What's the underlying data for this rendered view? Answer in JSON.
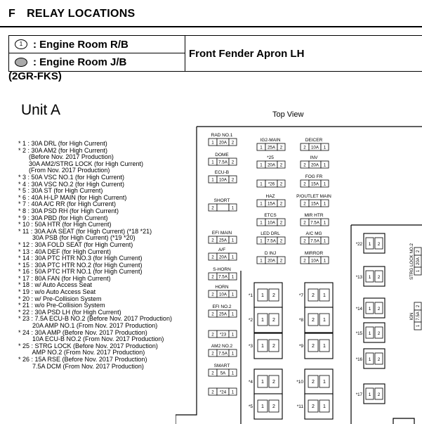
{
  "section": {
    "letter": "F",
    "title": "RELAY LOCATIONS"
  },
  "legend": {
    "symbol1_text": "1",
    "row1": ": Engine Room R/B",
    "row2": ": Engine Room J/B",
    "location": "Front Fender Apron LH"
  },
  "engine": "(2GR-FKS)",
  "unit_title": "Unit A",
  "top_view": "Top View",
  "notes": [
    "* 1 : 30A DRL (for High Current)",
    "* 2 : 30A AM2 (for High Current)",
    "      (Before Nov. 2017 Production)",
    "      30A AM2/STRG LOCK (for High Current)",
    "      (From Nov. 2017 Production)",
    "* 3 : 50A VSC NO.1 (for High Current)",
    "* 4 : 30A VSC NO.2 (for High Current)",
    "* 5 : 30A ST (for High Current)",
    "* 6 : 40A H-LP MAIN (for High Current)",
    "* 7 : 40A A/C RR (for High Current)",
    "* 8 : 30A PSD RH (for High Current)",
    "* 9 : 30A PBD (for High Current)",
    "* 10 : 50A HTR (for High Current)",
    "* 11 : 30A A/A SEAT (for High Current) (*18 *21)",
    "        30A PSB (for High Current) (*19 *20)",
    "* 12 : 30A FOLD SEAT (for High Current)",
    "* 13 : 40A DEF (for High Current)",
    "* 14 : 30A PTC HTR NO.3 (for High Current)",
    "* 15 : 30A PTC HTR NO.2 (for High Current)",
    "* 16 : 50A PTC HTR NO.1 (for High Current)",
    "* 17 : 80A FAN (for High Current)",
    "* 18 : w/ Auto Access Seat",
    "* 19 : w/o Auto Access Seat",
    "* 20 : w/ Pre-Collision System",
    "* 21 : w/o Pre-Collision System",
    "* 22 : 30A PSD LH (for High Current)",
    "* 23 : 7.5A ECU-B NO.2 (Before Nov. 2017 Production)",
    "        20A AMP NO.1 (From Nov. 2017 Production)",
    "* 24 : 30A AMP (Before Nov. 2017 Production)",
    "        10A ECU-B NO.2 (From Nov. 2017 Production)",
    "* 25 : STRG LOCK (Before Nov. 2017 Production)",
    "        AMP NO.2 (From Nov. 2017 Production)",
    "* 26 : 15A RSE (Before Nov. 2017 Production)",
    "        7.5A DCM (From Nov. 2017 Production)"
  ],
  "fuses": {
    "col1": [
      {
        "name": "RAD NO.1",
        "cells": [
          "1",
          "20A",
          "2"
        ]
      },
      {
        "name": "DOME",
        "cells": [
          "1",
          "7.5A",
          "2"
        ]
      },
      {
        "name": "ECU-B",
        "cells": [
          "1",
          "10A",
          "2"
        ]
      },
      {
        "name": "SHORT",
        "cells": [
          "2",
          "",
          "1"
        ]
      },
      {
        "name": "EFI MAIN",
        "cells": [
          "2",
          "25A",
          "1"
        ]
      },
      {
        "name": "A/F",
        "cells": [
          "2",
          "20A",
          "1"
        ]
      },
      {
        "name": "S-HORN",
        "cells": [
          "2",
          "7.5A",
          "1"
        ]
      },
      {
        "name": "HORN",
        "cells": [
          "2",
          "10A",
          "1"
        ]
      },
      {
        "name": "EFI NO.2",
        "cells": [
          "2",
          "25A",
          "1"
        ]
      },
      {
        "name": "",
        "cells": [
          "2",
          "*23",
          "1"
        ]
      },
      {
        "name": "AM2 NO.2",
        "cells": [
          "2",
          "7.5A",
          "1"
        ]
      },
      {
        "name": "SMART",
        "cells": [
          "2",
          "5A",
          "1"
        ]
      },
      {
        "name": "",
        "cells": [
          "2",
          "*24",
          "1"
        ]
      }
    ],
    "col2": [
      {
        "name": "IG2-MAIN",
        "cells": [
          "1",
          "25A",
          "2"
        ]
      },
      {
        "name": "*25",
        "cells": [
          "1",
          "20A",
          "2"
        ]
      },
      {
        "name": "",
        "cells": [
          "1",
          "*26",
          "2"
        ]
      },
      {
        "name": "HAZ",
        "cells": [
          "1",
          "15A",
          "2"
        ]
      },
      {
        "name": "ETCS",
        "cells": [
          "1",
          "10A",
          "2"
        ]
      },
      {
        "name": "LED DRL",
        "cells": [
          "1",
          "7.5A",
          "2"
        ]
      },
      {
        "name": "D INJ",
        "cells": [
          "1",
          "20A",
          "2"
        ]
      }
    ],
    "col3": [
      {
        "name": "DEICER",
        "cells": [
          "2",
          "10A",
          "1"
        ]
      },
      {
        "name": "INV",
        "cells": [
          "2",
          "20A",
          "1"
        ]
      },
      {
        "name": "FOG FR",
        "cells": [
          "2",
          "15A",
          "1"
        ]
      },
      {
        "name": "P/OUTLET MAIN",
        "cells": [
          "2",
          "15A",
          "1"
        ]
      },
      {
        "name": "MIR HTR",
        "cells": [
          "2",
          "7.5A",
          "1"
        ]
      },
      {
        "name": "A/C MG",
        "cells": [
          "2",
          "7.5A",
          "1"
        ]
      },
      {
        "name": "MIRROR",
        "cells": [
          "2",
          "10A",
          "1"
        ]
      }
    ]
  },
  "blocks": {
    "left": [
      {
        "label": "*1",
        "a": "1",
        "b": "2"
      },
      {
        "label": "*2",
        "a": "1",
        "b": "2"
      },
      {
        "label": "*3",
        "a": "1",
        "b": "2"
      },
      {
        "label": "*4",
        "a": "1",
        "b": "2"
      },
      {
        "label": "*5",
        "a": "1",
        "b": "2"
      }
    ],
    "right": [
      {
        "label": "*7",
        "a": "2",
        "b": "1"
      },
      {
        "label": "*8",
        "a": "2",
        "b": "1"
      },
      {
        "label": "*9",
        "a": "2",
        "b": "1"
      },
      {
        "label": "*10",
        "a": "2",
        "b": "1"
      },
      {
        "label": "*11",
        "a": "2",
        "b": "1"
      }
    ],
    "far": [
      {
        "label": "*22",
        "a": "1",
        "b": "2"
      },
      {
        "label": "*13",
        "a": "1",
        "b": "2"
      },
      {
        "label": "*14",
        "a": "1",
        "b": "2"
      },
      {
        "label": "*15",
        "a": "1",
        "b": "2"
      },
      {
        "label": "*16",
        "a": "1",
        "b": "2"
      },
      {
        "label": "*17",
        "a": "1",
        "b": "2"
      }
    ]
  },
  "vertical_fuses": [
    {
      "name": "STRG LOCK NO.2",
      "cells": [
        "2",
        "20A",
        "1"
      ]
    },
    {
      "name": "IGN",
      "cells": [
        "2",
        "7.5A",
        "1"
      ]
    }
  ]
}
